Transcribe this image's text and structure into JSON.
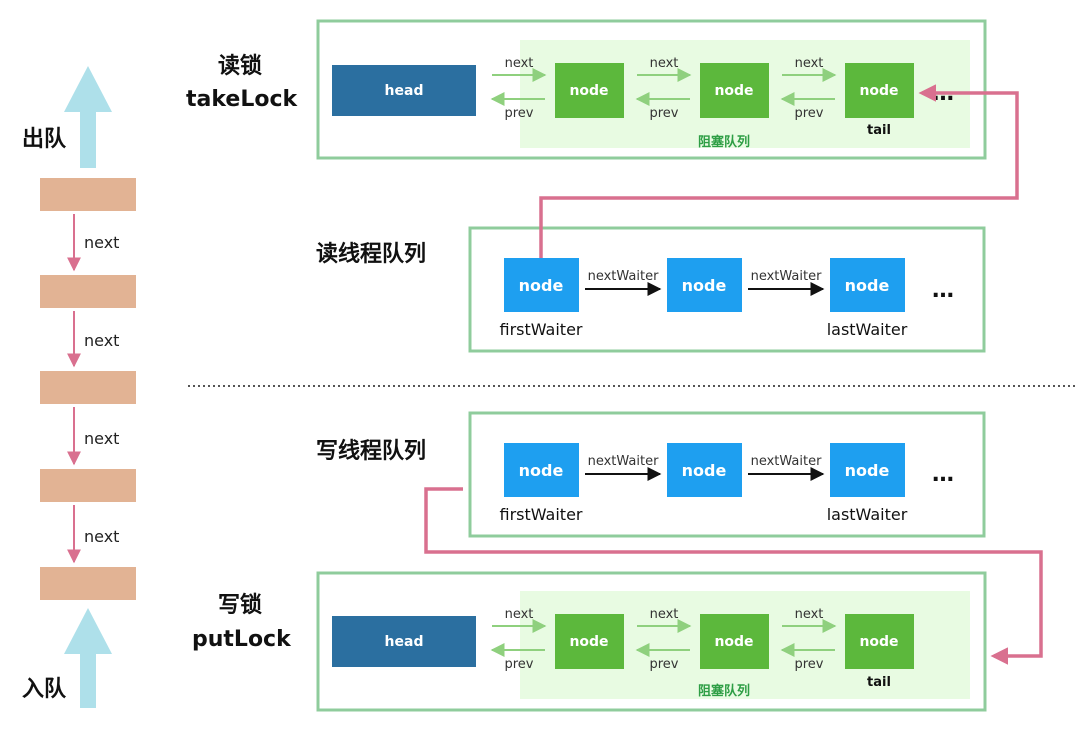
{
  "left_queue": {
    "dequeue_label": "出队",
    "enqueue_label": "入队",
    "link_labels": [
      "next",
      "next",
      "next",
      "next"
    ],
    "colors": {
      "arrow": "#aee0ea",
      "block": "#e2b394",
      "link": "#d9708f"
    }
  },
  "read_lock": {
    "title_cn": "读锁",
    "title_en": "takeLock",
    "head_label": "head",
    "node_labels": [
      "node",
      "node",
      "node"
    ],
    "next_label": "next",
    "prev_label": "prev",
    "tail_label": "tail",
    "queue_label": "阻塞队列",
    "ellipsis": "…"
  },
  "read_waiters": {
    "title": "读线程队列",
    "node_labels": [
      "node",
      "node",
      "node"
    ],
    "link_label": "nextWaiter",
    "first_label": "firstWaiter",
    "last_label": "lastWaiter",
    "ellipsis": "…"
  },
  "write_waiters": {
    "title": "写线程队列",
    "node_labels": [
      "node",
      "node",
      "node"
    ],
    "link_label": "nextWaiter",
    "first_label": "firstWaiter",
    "last_label": "lastWaiter",
    "ellipsis": "…"
  },
  "write_lock": {
    "title_cn": "写锁",
    "title_en": "putLock",
    "head_label": "head",
    "node_labels": [
      "node",
      "node",
      "node"
    ],
    "next_label": "next",
    "prev_label": "prev",
    "tail_label": "tail",
    "queue_label": "阻塞队列"
  },
  "colors": {
    "frame_border": "#8fcc9c",
    "queue_bg": "#e8fbe2",
    "head_box": "#2b6fa0",
    "green_node": "#5cb83c",
    "blue_node": "#1e9ff0",
    "link_arrow": "#8fd07e",
    "connector": "#d9708f",
    "divider": "#555555"
  }
}
